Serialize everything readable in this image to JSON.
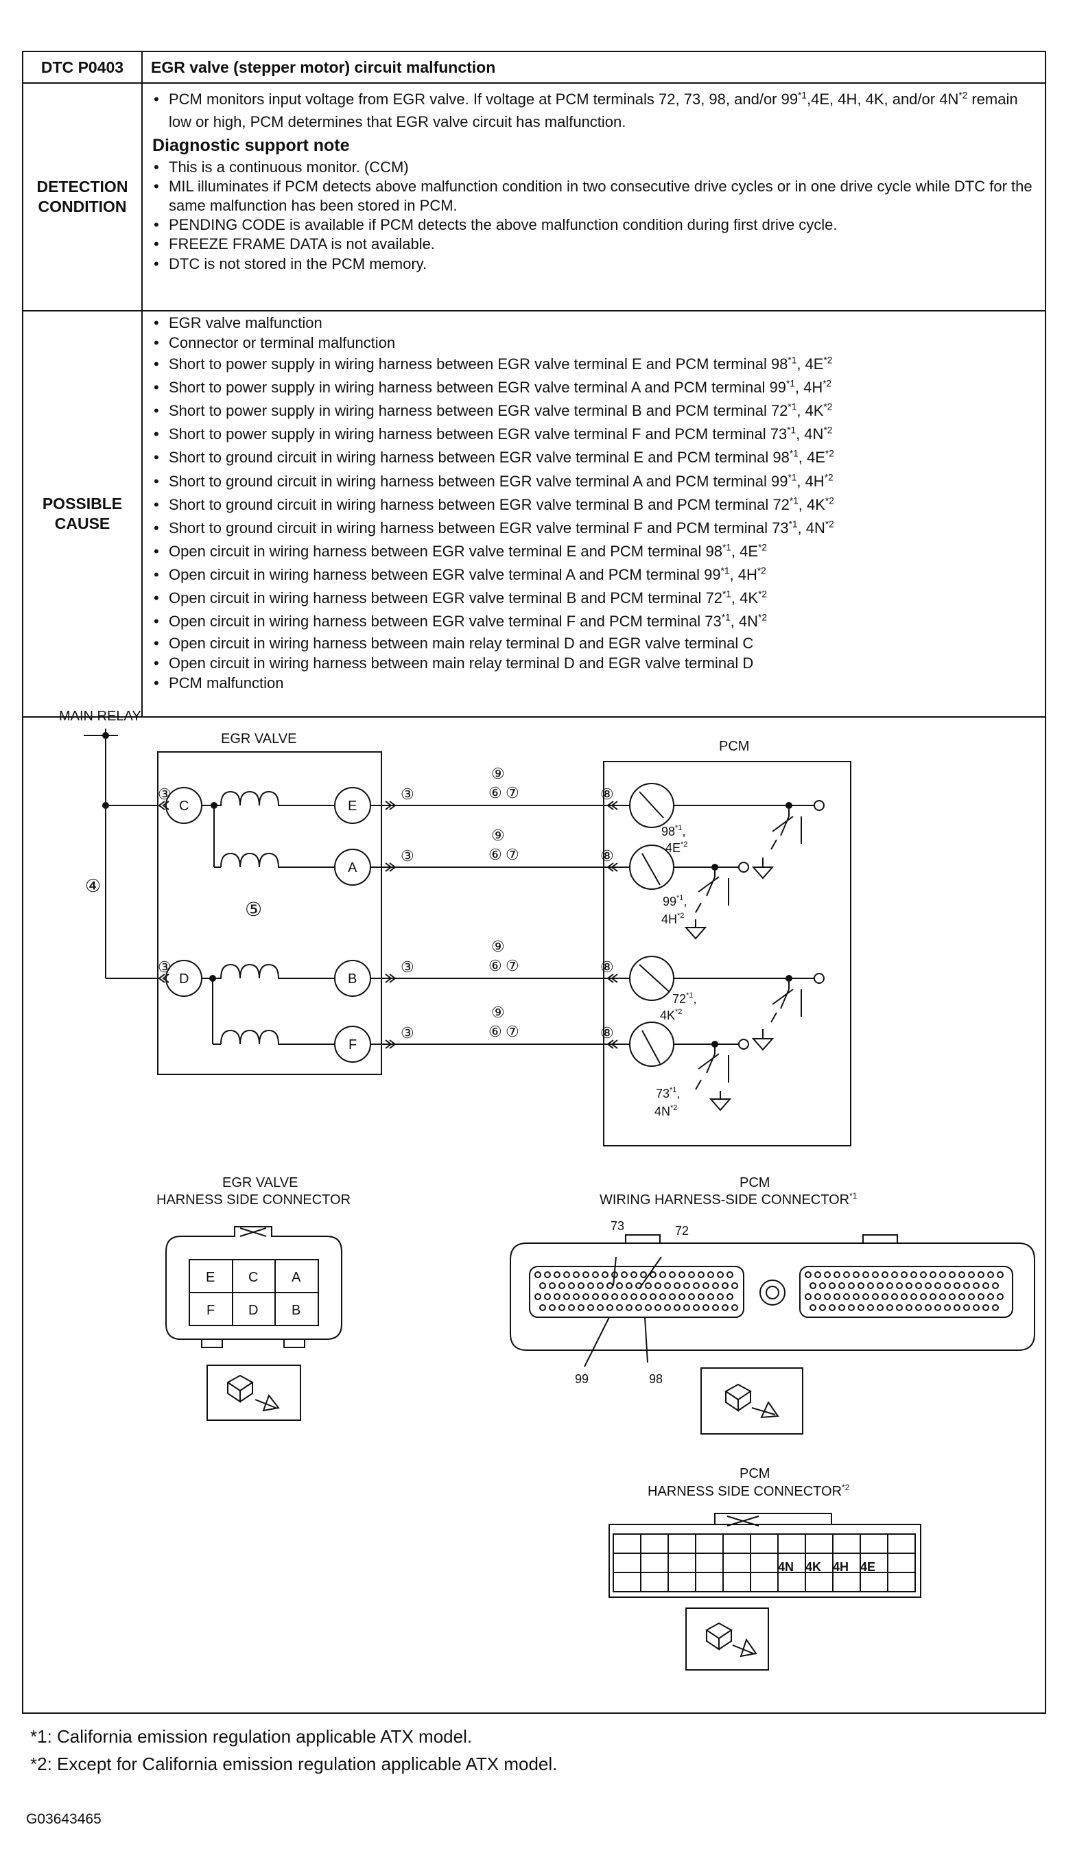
{
  "header": {
    "code": "DTC P0403",
    "title": "EGR valve (stepper motor) circuit malfunction"
  },
  "detection": {
    "label_line1": "DETECTION",
    "label_line2": "CONDITION",
    "intro_pre": "PCM monitors input voltage from EGR valve. If voltage at PCM terminals 72, 73, 98, and/or 99",
    "intro_sup1": "*1",
    "intro_mid": ",4E, 4H, 4K, and/or 4N",
    "intro_sup2": "*2",
    "intro_post": " remain low or high, PCM determines that EGR valve circuit has malfunction.",
    "support_heading": "Diagnostic support note",
    "notes": [
      "This is a continuous monitor. (CCM)",
      "MIL illuminates if PCM detects above malfunction condition in two consecutive drive cycles or in one drive cycle while DTC for the same malfunction has been stored in PCM.",
      "PENDING CODE is available if PCM detects the above malfunction condition during first drive cycle.",
      "FREEZE FRAME DATA is not available.",
      "DTC is not stored in the PCM memory."
    ]
  },
  "possible_cause": {
    "label_line1": "POSSIBLE",
    "label_line2": "CAUSE",
    "plain_top": [
      "EGR valve malfunction",
      "Connector or terminal malfunction"
    ],
    "terminal_items": [
      {
        "text": "Short to power supply in wiring harness between EGR valve terminal E and PCM terminal 98",
        "a": "*1",
        "mid": ", 4E",
        "b": "*2"
      },
      {
        "text": "Short to power supply in wiring harness between EGR valve terminal A and PCM terminal 99",
        "a": "*1",
        "mid": ", 4H",
        "b": "*2"
      },
      {
        "text": "Short to power supply in wiring harness between EGR valve terminal B and PCM terminal 72",
        "a": "*1",
        "mid": ", 4K",
        "b": "*2"
      },
      {
        "text": "Short to power supply in wiring harness between EGR valve terminal F and PCM terminal 73",
        "a": "*1",
        "mid": ", 4N",
        "b": "*2"
      },
      {
        "text": "Short to ground circuit in wiring harness between EGR valve terminal E and PCM terminal 98",
        "a": "*1",
        "mid": ", 4E",
        "b": "*2"
      },
      {
        "text": "Short to ground circuit in wiring harness between EGR valve terminal A and PCM terminal 99",
        "a": "*1",
        "mid": ", 4H",
        "b": "*2"
      },
      {
        "text": "Short to ground circuit in wiring harness between EGR valve terminal B and PCM terminal 72",
        "a": "*1",
        "mid": ", 4K",
        "b": "*2"
      },
      {
        "text": "Short to ground circuit in wiring harness between EGR valve terminal F and PCM terminal 73",
        "a": "*1",
        "mid": ", 4N",
        "b": "*2"
      },
      {
        "text": "Open circuit in wiring harness between EGR valve terminal E and PCM terminal 98",
        "a": "*1",
        "mid": ", 4E",
        "b": "*2"
      },
      {
        "text": "Open circuit in wiring harness between EGR valve terminal A and PCM terminal 99",
        "a": "*1",
        "mid": ", 4H",
        "b": "*2"
      },
      {
        "text": "Open circuit in wiring harness between EGR valve terminal B and PCM terminal 72",
        "a": "*1",
        "mid": ", 4K",
        "b": "*2"
      },
      {
        "text": "Open circuit in wiring harness between EGR valve terminal F and PCM terminal 73",
        "a": "*1",
        "mid": ", 4N",
        "b": "*2"
      }
    ],
    "plain_bottom": [
      "Open circuit in wiring harness between main relay terminal D and EGR valve terminal C",
      "Open circuit in wiring harness between main relay terminal D and EGR valve terminal D",
      "PCM malfunction"
    ]
  },
  "diagram": {
    "main_relay": "MAIN RELAY",
    "egr_valve": "EGR VALVE",
    "pcm": "PCM",
    "valve_terminals": [
      "C",
      "E",
      "A",
      "D",
      "B",
      "F"
    ],
    "circled": [
      "③",
      "④",
      "⑤",
      "⑥",
      "⑦",
      "⑧",
      "⑨"
    ],
    "pcm_labels": [
      {
        "num": "98",
        "n_sup": "*1",
        "code": "4E",
        "c_sup": "*2"
      },
      {
        "num": "99",
        "n_sup": "*1",
        "code": "4H",
        "c_sup": "*2"
      },
      {
        "num": "72",
        "n_sup": "*1",
        "code": "4K",
        "c_sup": "*2"
      },
      {
        "num": "73",
        "n_sup": "*1",
        "code": "4N",
        "c_sup": "*2"
      }
    ],
    "egr_conn_title1": "EGR VALVE",
    "egr_conn_title2": "HARNESS SIDE CONNECTOR",
    "egr_conn_pins": [
      "E",
      "C",
      "A",
      "F",
      "D",
      "B"
    ],
    "pcm_conn1_title1": "PCM",
    "pcm_conn1_title2": "WIRING HARNESS-SIDE CONNECTOR",
    "pcm_conn1_sup": "*1",
    "pcm_conn1_pins": [
      "73",
      "72",
      "99",
      "98"
    ],
    "pcm_conn2_title1": "PCM",
    "pcm_conn2_title2": "HARNESS SIDE CONNECTOR",
    "pcm_conn2_sup": "*2",
    "pcm_conn2_pins": [
      "4N",
      "4K",
      "4H",
      "4E"
    ]
  },
  "footnotes": [
    "*1:  California emission regulation applicable ATX model.",
    "*2:  Except for California emission regulation applicable ATX model."
  ],
  "figure_id": "G03643465"
}
